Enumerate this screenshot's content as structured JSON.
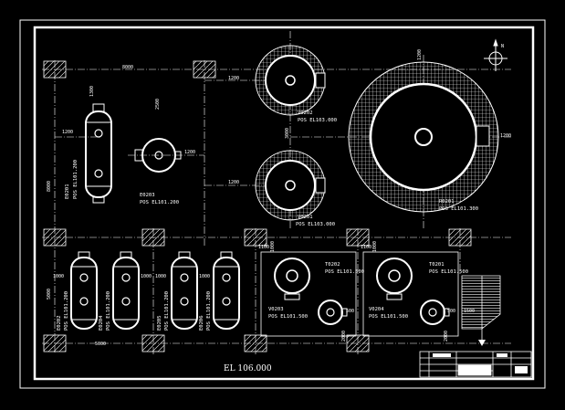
{
  "drawing": {
    "elevation_label": "EL 106.000",
    "colors": {
      "background": "#000000",
      "lines": "#ffffff"
    },
    "dimensions": {
      "span_top": "8000",
      "d_1300": "1300",
      "d_2500": "2500",
      "d_1200_left": "1200",
      "d_1200_mid": "1200",
      "d_1200_a": "1200",
      "d_1200_b": "1200",
      "d_1200_right": "1200",
      "d_1200_big": "1200",
      "d_3000": "3000",
      "d_8000_left": "8000",
      "d_5000_left": "5000",
      "d_5000_bottom": "5000",
      "d_1000_a": "1000",
      "d_1000_b": "1000",
      "d_1000_c": "1000",
      "d_1000_d": "1000",
      "d_1000_e": "1000",
      "d_1000_f": "1000",
      "d_1100_a": "1100",
      "d_1100_b": "1100",
      "d_500_a": "500",
      "d_500_b": "500",
      "d_2000_a": "2000",
      "d_2000_b": "2000",
      "d_1500": "1500"
    },
    "equipment": {
      "e201_tag": "E0201",
      "e201_pos": "POS EL101.200",
      "e203_tag": "E0203",
      "e203_pos": "POS EL101.200",
      "v202_tag": "V0202",
      "v202_pos": "POS EL103.000",
      "v201_tag": "V0201",
      "v201_pos": "POS EL103.000",
      "r201_tag": "R0201",
      "r201_pos": "POS EL101.300",
      "e202_tag": "E0202",
      "e202_pos": "POS EL101.200",
      "e204_tag": "E0204",
      "e204_pos": "POS EL101.200",
      "e205_tag": "E0205",
      "e205_pos": "POS EL101.200",
      "e206_tag": "E0206",
      "e206_pos": "POS EL101.200",
      "t202_tag": "T0202",
      "t202_pos": "POS EL101.500",
      "t201_tag": "T0201",
      "t201_pos": "POS EL101.500",
      "v203_tag": "V0203",
      "v203_pos": "POS EL101.500",
      "v204_tag": "V0204",
      "v204_pos": "POS EL101.500"
    },
    "north_arrow_label": "N",
    "icons": {
      "north_arrow": "north-arrow-icon"
    }
  }
}
